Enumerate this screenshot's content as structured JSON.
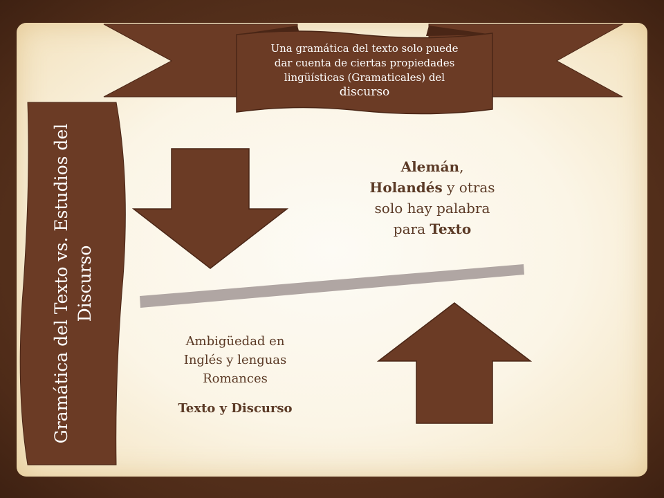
{
  "banner": {
    "lines": [
      "Una gramática del texto solo puede",
      "dar cuenta de ciertas propiedades",
      "lingüísticas (Gramaticales) del",
      "discurso"
    ]
  },
  "side_title": {
    "line1": "Gramática del Texto vs. Estudios del",
    "line2": "Discurso"
  },
  "top_right": {
    "bold1": "Alemán",
    "comma": ",",
    "bold2": "Holandés",
    "rest1": " y otras",
    "line3": "solo hay palabra",
    "line4_prefix": "para ",
    "line4_bold": "Texto"
  },
  "bottom_left": {
    "line1": "Ambigüedad en",
    "line2": "Inglés y lenguas",
    "line3": "Romances",
    "bold": "Texto y Discurso"
  },
  "colors": {
    "brown": "#6b3b25",
    "bar": "#b0a6a3",
    "text_brown": "#5b3a26"
  }
}
